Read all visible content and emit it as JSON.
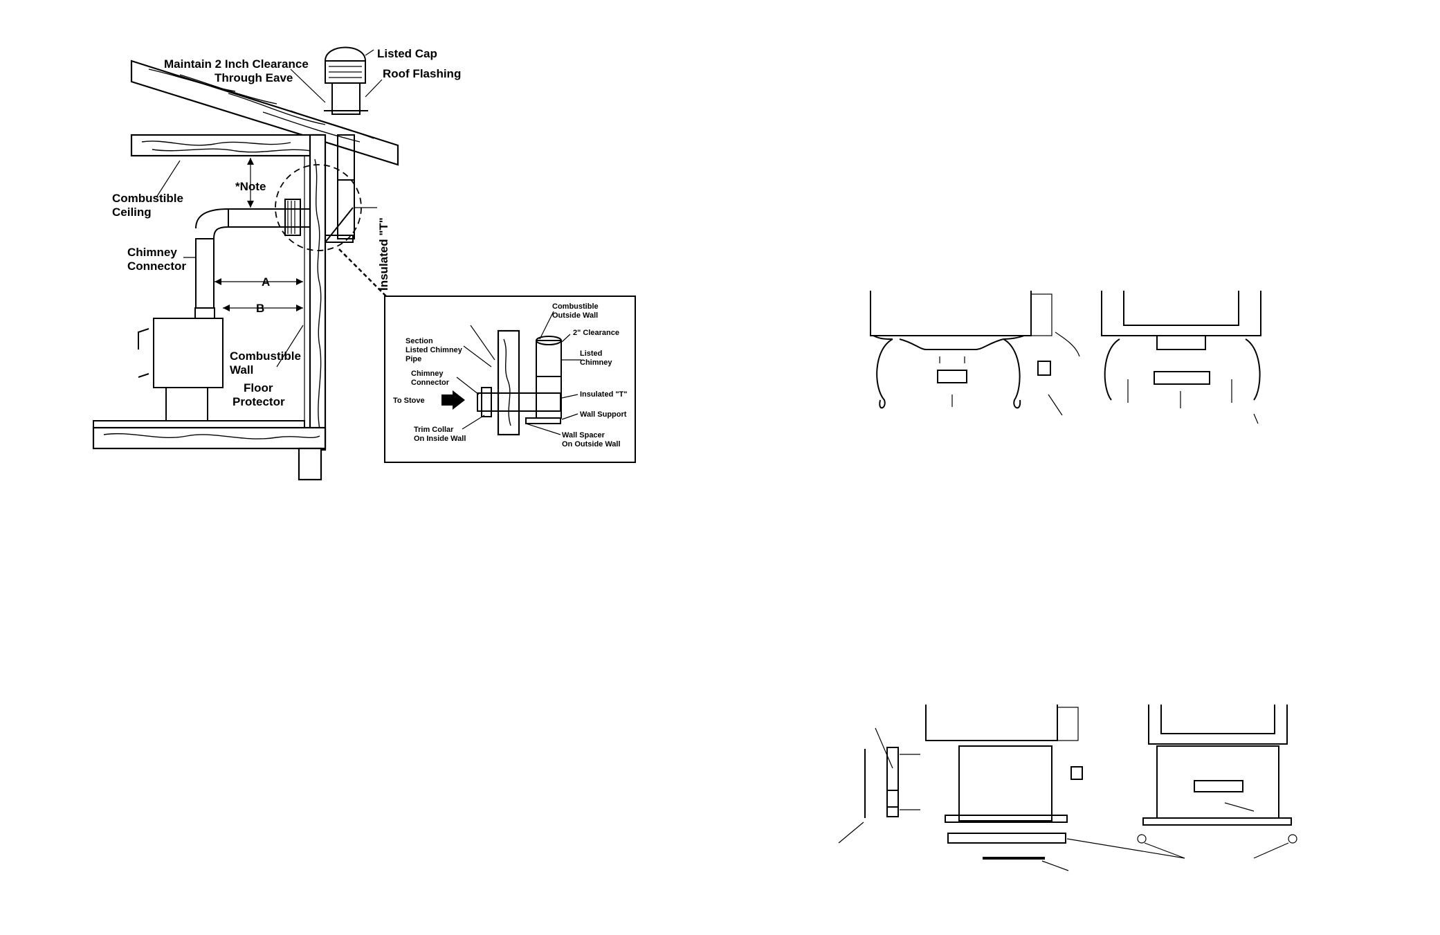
{
  "figure1": {
    "labels": {
      "listed_cap": "Listed Cap",
      "roof_flashing": "Roof Flashing",
      "clearance_line1": "Maintain 2 Inch Clearance",
      "clearance_line2": "Through Eave",
      "note": "*Note",
      "ceiling_line1": "Combustible",
      "ceiling_line2": "Ceiling",
      "connector_line1": "Chimney",
      "connector_line2": "Connector",
      "dim_a": "A",
      "dim_b": "B",
      "wall_line1": "Combustible",
      "wall_line2": "Wall",
      "floor_line1": "Floor",
      "floor_line2": "Protector",
      "insulated_t": "Insulated \"T\""
    },
    "inset": {
      "outside_wall_line1": "Combustible",
      "outside_wall_line2": "Outside Wall",
      "clearance": "2\" Clearance",
      "listed_chimney_line1": "Listed",
      "listed_chimney_line2": "Chimney",
      "section_line1": "Section",
      "section_line2": "Listed Chimney",
      "section_line3": "Pipe",
      "connector_line1": "Chimney",
      "connector_line2": "Connector",
      "to_stove": "To Stove",
      "insulated_t": "Insulated \"T\"",
      "wall_support": "Wall Support",
      "trim_collar_line1": "Trim Collar",
      "trim_collar_line2": "On Inside Wall",
      "wall_spacer_line1": "Wall Spacer",
      "wall_spacer_line2": "On Outside Wall"
    }
  }
}
